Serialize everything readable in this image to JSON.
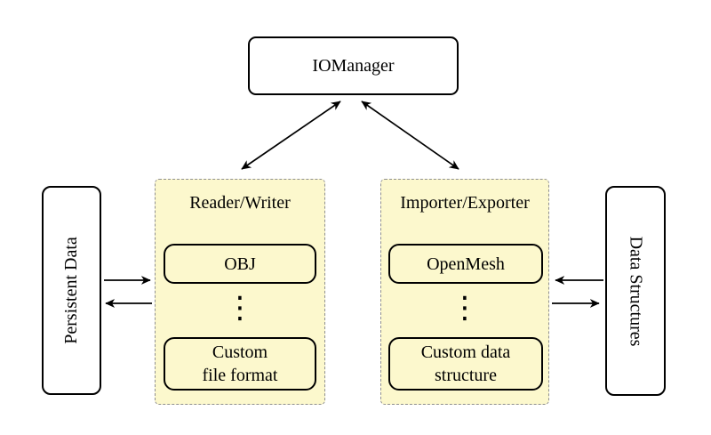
{
  "colors": {
    "group_fill": "#fcf8cd",
    "group_border": "#8f8f8f",
    "node_border": "#000000",
    "arrow": "#000000",
    "background": "#ffffff"
  },
  "nodes": {
    "iomanager": "IOManager",
    "persistent_data": "Persistent Data",
    "data_structures": "Data Structures"
  },
  "groups": {
    "reader_writer": {
      "title": "Reader/Writer",
      "top_item": "OBJ",
      "dots": "⋮",
      "bottom_item_line1": "Custom",
      "bottom_item_line2": "file format"
    },
    "importer_exporter": {
      "title": "Importer/Exporter",
      "top_item": "OpenMesh",
      "dots": "⋮",
      "bottom_item_line1": "Custom data",
      "bottom_item_line2": "structure"
    }
  }
}
